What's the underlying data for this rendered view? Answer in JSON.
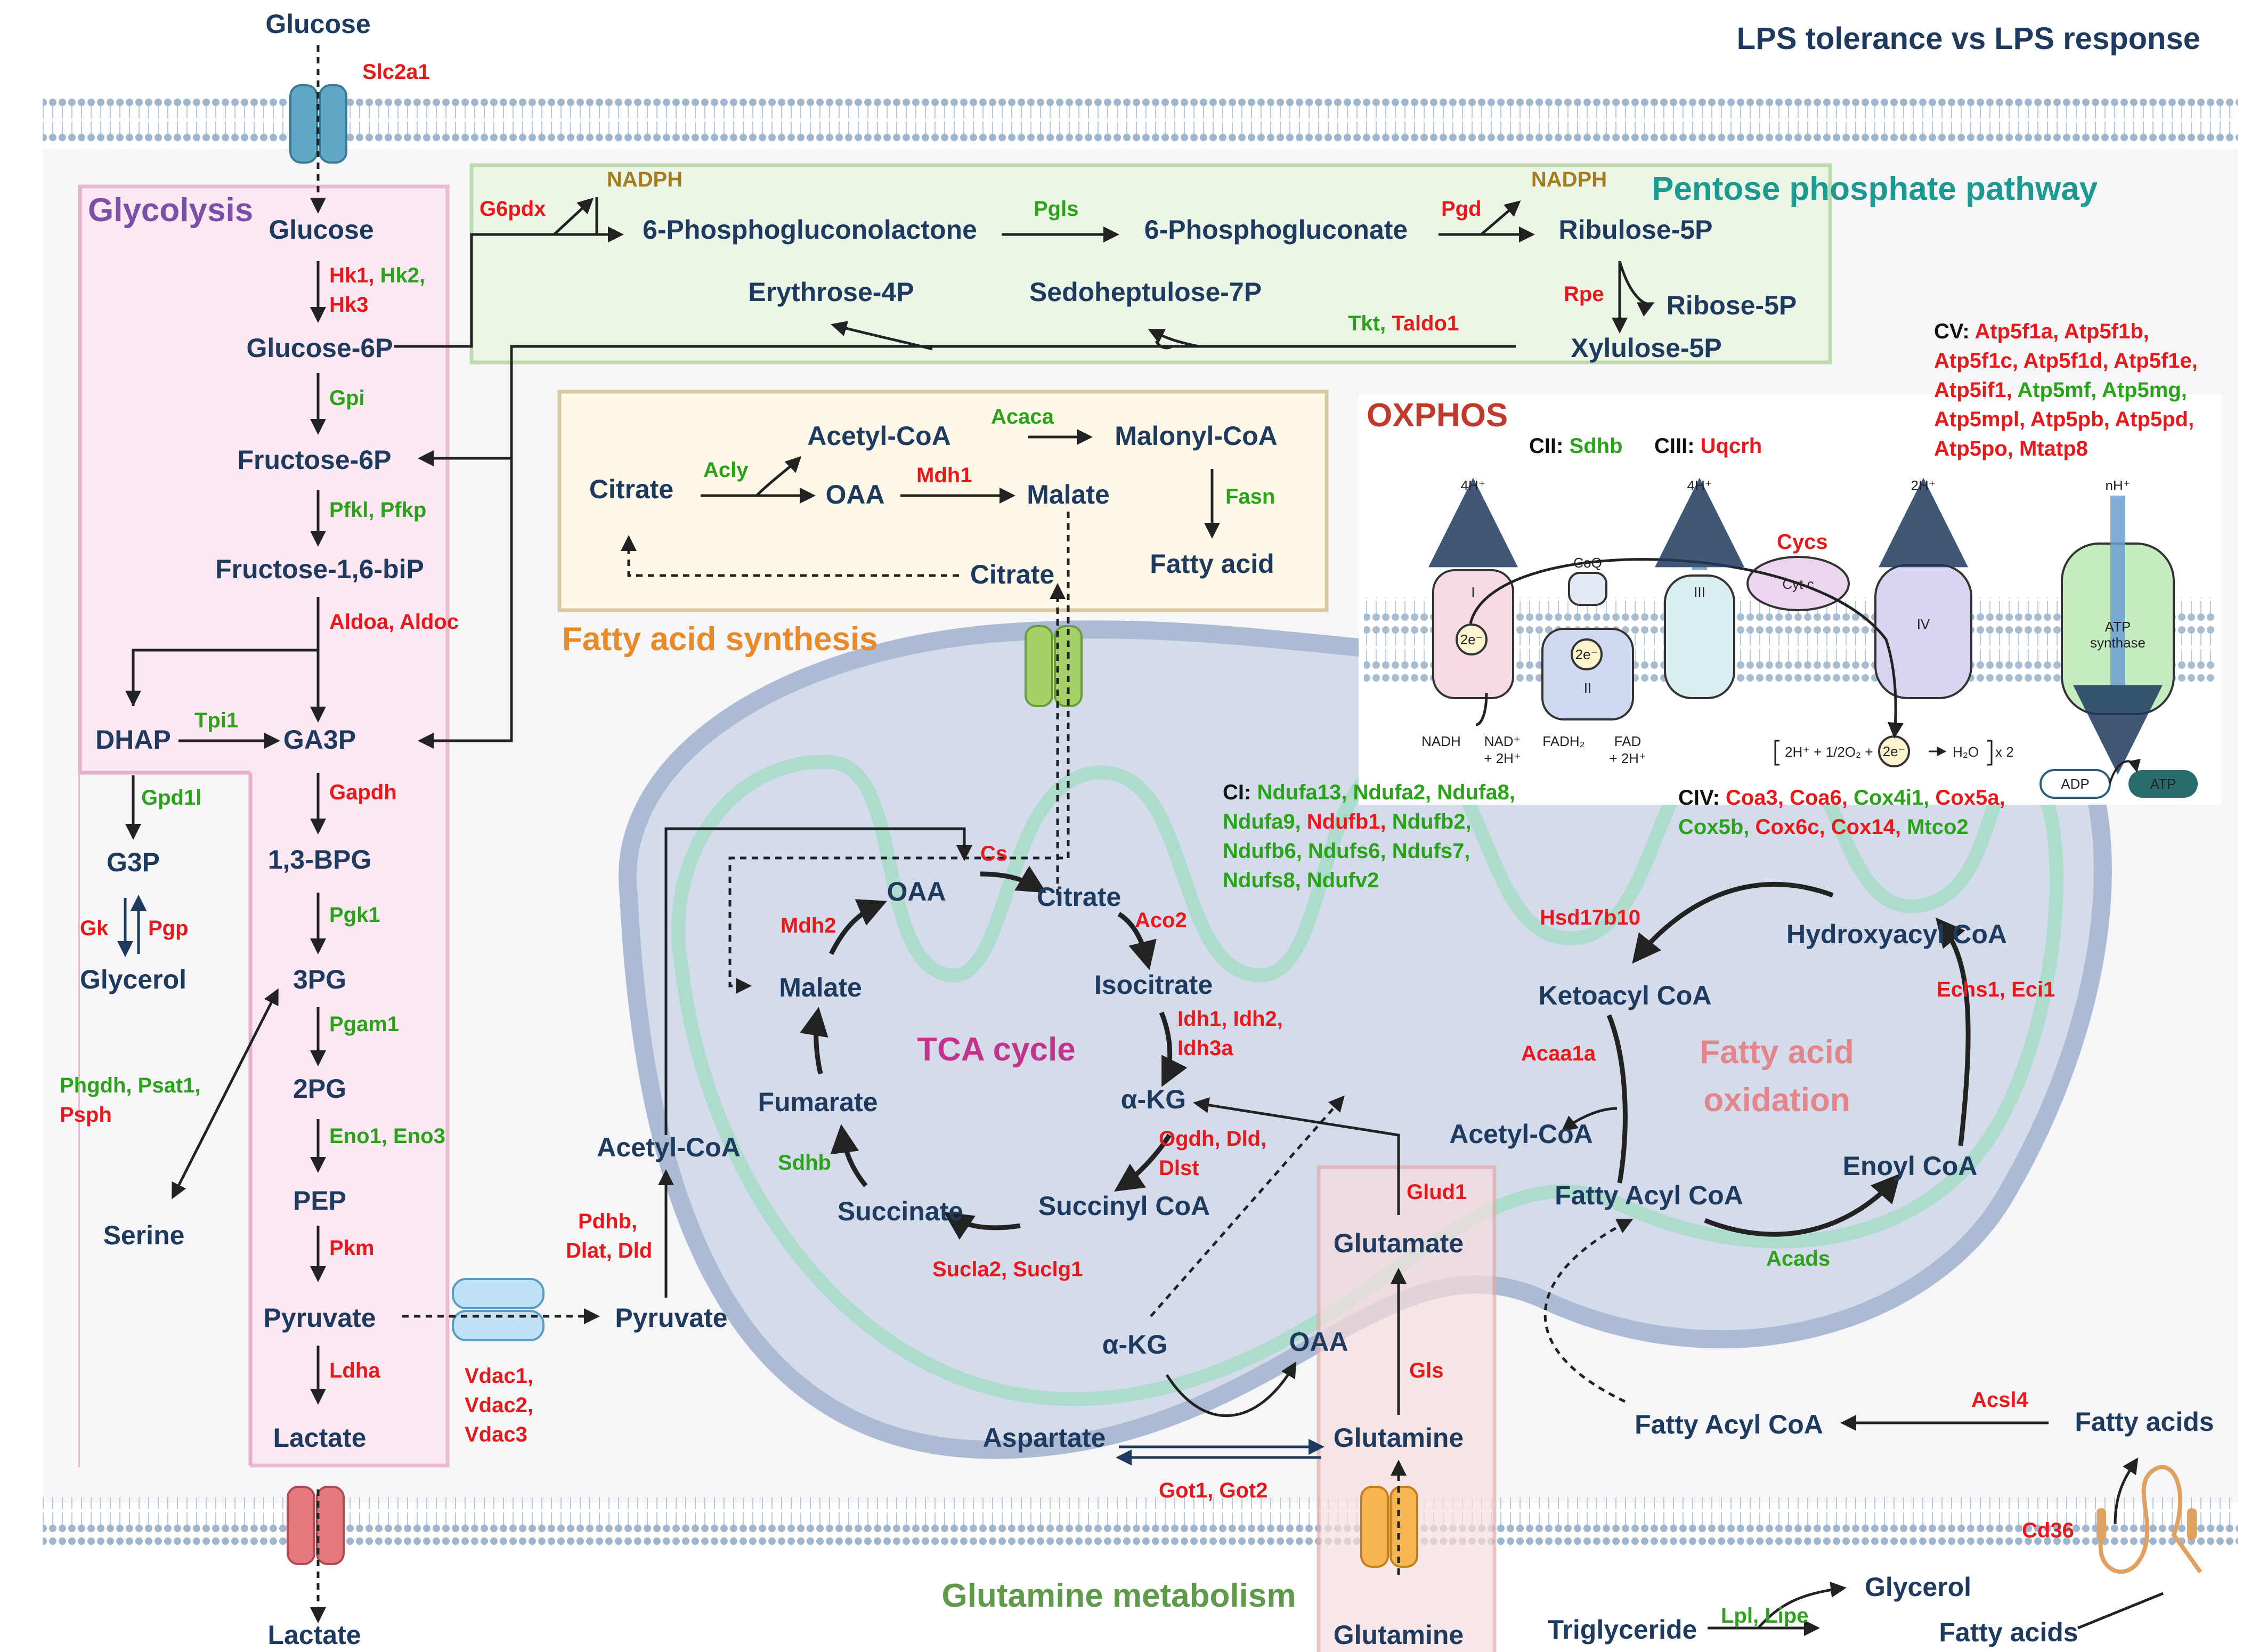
{
  "title": "LPS tolerance vs LPS response",
  "colors": {
    "metabolite": "#1f3a5f",
    "up": "#e8191b",
    "down": "#2aa21a",
    "membrane": "#9fb6cc",
    "glycolysis": "#7b4fa6",
    "ppp": "#1a9a90",
    "fas": "#e88a2a",
    "tca": "#c2338c",
    "fao": "#e3868c",
    "glutamine": "#5f9a4a",
    "oxphos": "#c0392b"
  },
  "sections": {
    "glycolysis": "Glycolysis",
    "ppp": "Pentose phosphate pathway",
    "fas": "Fatty acid synthesis",
    "tca": "TCA cycle",
    "fao_line1": "Fatty acid",
    "fao_line2": "oxidation",
    "glutamine": "Glutamine metabolism",
    "oxphos": "OXPHOS"
  },
  "metabolites": {
    "glucose_out": "Glucose",
    "glucose": "Glucose",
    "g6p": "Glucose-6P",
    "f6p": "Fructose-6P",
    "f16bp": "Fructose-1,6-biP",
    "dhap": "DHAP",
    "ga3p": "GA3P",
    "g3p": "G3P",
    "glycerol_left": "Glycerol",
    "bpg": "1,3-BPG",
    "pg3": "3PG",
    "pg2": "2PG",
    "pep": "PEP",
    "serine": "Serine",
    "pyruvate": "Pyruvate",
    "lactate": "Lactate",
    "lactate_out": "Lactate",
    "pgl": "6-Phosphogluconolactone",
    "pgn": "6-Phosphogluconate",
    "ru5p": "Ribulose-5P",
    "r5p": "Ribose-5P",
    "x5p": "Xylulose-5P",
    "e4p": "Erythrose-4P",
    "s7p": "Sedoheptulose-7P",
    "nadph1": "NADPH",
    "nadph2": "NADPH",
    "fas_citrate": "Citrate",
    "fas_acetylcoa": "Acetyl-CoA",
    "fas_oaa": "OAA",
    "fas_malate": "Malate",
    "malonylcoa": "Malonyl-CoA",
    "fattyacid": "Fatty acid",
    "fas_citrate2": "Citrate",
    "tca_oaa": "OAA",
    "tca_citrate": "Citrate",
    "isocitrate": "Isocitrate",
    "akg": "α-KG",
    "succinylcoa": "Succinyl CoA",
    "succinate": "Succinate",
    "fumarate": "Fumarate",
    "tca_malate": "Malate",
    "mito_acetylcoa": "Acetyl-CoA",
    "mito_pyruvate": "Pyruvate",
    "glutamate": "Glutamate",
    "glutamine_in": "Glutamine",
    "glutamine_out": "Glutamine",
    "akg2": "α-KG",
    "oaa2": "OAA",
    "aspartate": "Aspartate",
    "ketoacyl": "Ketoacyl CoA",
    "hydroxyacyl": "Hydroxyacyl CoA",
    "enoyl": "Enoyl CoA",
    "fattyacyl_in": "Fatty Acyl CoA",
    "fao_acetylcoa": "Acetyl-CoA",
    "fattyacyl_out": "Fatty Acyl CoA",
    "fattyacids1": "Fatty acids",
    "fattyacids2": "Fatty acids",
    "triglyceride": "Triglyceride",
    "glycerol_right": "Glycerol"
  },
  "enzymes": {
    "slc2a1": [
      {
        "t": "Slc2a1",
        "c": "up"
      }
    ],
    "hk_l1": [
      {
        "t": "Hk1, ",
        "c": "up"
      },
      {
        "t": "Hk2,",
        "c": "down"
      }
    ],
    "hk_l2": [
      {
        "t": "Hk3",
        "c": "up"
      }
    ],
    "gpi": [
      {
        "t": "Gpi",
        "c": "down"
      }
    ],
    "pfk": [
      {
        "t": "Pfkl, Pfkp",
        "c": "down"
      }
    ],
    "aldo": [
      {
        "t": "Aldoa, Aldoc",
        "c": "up"
      }
    ],
    "tpi1": [
      {
        "t": "Tpi1",
        "c": "down"
      }
    ],
    "gpd1l": [
      {
        "t": "Gpd1l",
        "c": "down"
      }
    ],
    "gk": [
      {
        "t": "Gk",
        "c": "up"
      }
    ],
    "pgp": [
      {
        "t": "Pgp",
        "c": "up"
      }
    ],
    "gapdh": [
      {
        "t": "Gapdh",
        "c": "up"
      }
    ],
    "pgk1": [
      {
        "t": "Pgk1",
        "c": "down"
      }
    ],
    "pgam1": [
      {
        "t": "Pgam1",
        "c": "down"
      }
    ],
    "eno": [
      {
        "t": "Eno1, Eno3",
        "c": "down"
      }
    ],
    "pkm": [
      {
        "t": "Pkm",
        "c": "up"
      }
    ],
    "ldha": [
      {
        "t": "Ldha",
        "c": "up"
      }
    ],
    "ser_l1": [
      {
        "t": "Phgdh, Psat1,",
        "c": "down"
      }
    ],
    "ser_l2": [
      {
        "t": "Psph",
        "c": "up"
      }
    ],
    "g6pdx": [
      {
        "t": "G6pdx",
        "c": "up"
      }
    ],
    "pgls": [
      {
        "t": "Pgls",
        "c": "down"
      }
    ],
    "pgd": [
      {
        "t": "Pgd",
        "c": "up"
      }
    ],
    "rpe": [
      {
        "t": "Rpe",
        "c": "up"
      }
    ],
    "tkt": [
      {
        "t": "Tkt, ",
        "c": "down"
      },
      {
        "t": "Taldo1",
        "c": "up"
      }
    ],
    "acly": [
      {
        "t": "Acly",
        "c": "down"
      }
    ],
    "acaca": [
      {
        "t": "Acaca",
        "c": "down"
      }
    ],
    "mdh1": [
      {
        "t": "Mdh1",
        "c": "up"
      }
    ],
    "fasn": [
      {
        "t": "Fasn",
        "c": "down"
      }
    ],
    "cs": [
      {
        "t": "Cs",
        "c": "up"
      }
    ],
    "aco2": [
      {
        "t": "Aco2",
        "c": "up"
      }
    ],
    "idh_l1": [
      {
        "t": "Idh1, Idh2,",
        "c": "up"
      }
    ],
    "idh_l2": [
      {
        "t": "Idh3a",
        "c": "up"
      }
    ],
    "ogdh_l1": [
      {
        "t": "Ogdh, Dld,",
        "c": "up"
      }
    ],
    "ogdh_l2": [
      {
        "t": "Dlst",
        "c": "up"
      }
    ],
    "sucla": [
      {
        "t": "Sucla2, Suclg1",
        "c": "up"
      }
    ],
    "sdhb": [
      {
        "t": "Sdhb",
        "c": "down"
      }
    ],
    "mdh2": [
      {
        "t": "Mdh2",
        "c": "up"
      }
    ],
    "pdh_l1": [
      {
        "t": "Pdhb,",
        "c": "up"
      }
    ],
    "pdh_l2": [
      {
        "t": "Dlat, Dld",
        "c": "up"
      }
    ],
    "vdac_l1": [
      {
        "t": "Vdac1,",
        "c": "up"
      }
    ],
    "vdac_l2": [
      {
        "t": "Vdac2,",
        "c": "up"
      }
    ],
    "vdac_l3": [
      {
        "t": "Vdac3",
        "c": "up"
      }
    ],
    "glud1": [
      {
        "t": "Glud1",
        "c": "up"
      }
    ],
    "gls": [
      {
        "t": "Gls",
        "c": "up"
      }
    ],
    "got": [
      {
        "t": "Got1, Got2",
        "c": "up"
      }
    ],
    "hsd17b10": [
      {
        "t": "Hsd17b10",
        "c": "up"
      }
    ],
    "echs1": [
      {
        "t": "Echs1, Eci1",
        "c": "up"
      }
    ],
    "acaa1a": [
      {
        "t": "Acaa1a",
        "c": "up"
      }
    ],
    "acads": [
      {
        "t": "Acads",
        "c": "down"
      }
    ],
    "acsl4": [
      {
        "t": "Acsl4",
        "c": "up"
      }
    ],
    "cd36": [
      {
        "t": "Cd36",
        "c": "up"
      }
    ],
    "lpl": [
      {
        "t": "Lpl, Lipe",
        "c": "down"
      }
    ],
    "cycs": [
      {
        "t": "Cycs",
        "c": "up"
      }
    ],
    "cii": [
      {
        "t": "CII: ",
        "c": "black"
      },
      {
        "t": "Sdhb",
        "c": "down"
      }
    ],
    "ciii": [
      {
        "t": "CIII: ",
        "c": "black"
      },
      {
        "t": "Uqcrh",
        "c": "up"
      }
    ],
    "ci_l1": [
      {
        "t": "CI: ",
        "c": "black"
      },
      {
        "t": "Ndufa13, Ndufa2, Ndufa8,",
        "c": "down"
      }
    ],
    "ci_l2": [
      {
        "t": "Ndufa9, ",
        "c": "down"
      },
      {
        "t": "Ndufb1, ",
        "c": "up"
      },
      {
        "t": "Ndufb2,",
        "c": "down"
      }
    ],
    "ci_l3": [
      {
        "t": "Ndufb6, Ndufs6, Ndufs7,",
        "c": "down"
      }
    ],
    "ci_l4": [
      {
        "t": "Ndufs8, Ndufv2",
        "c": "down"
      }
    ],
    "civ_l1": [
      {
        "t": "CIV: ",
        "c": "black"
      },
      {
        "t": "Coa3, Coa6, ",
        "c": "up"
      },
      {
        "t": "Cox4i1, ",
        "c": "down"
      },
      {
        "t": "Cox5a,",
        "c": "up"
      }
    ],
    "civ_l2": [
      {
        "t": "Cox5b, ",
        "c": "down"
      },
      {
        "t": "Cox6c, Cox14, ",
        "c": "up"
      },
      {
        "t": "Mtco2",
        "c": "down"
      }
    ],
    "cv_l1": [
      {
        "t": "CV: ",
        "c": "black"
      },
      {
        "t": "Atp5f1a, Atp5f1b,",
        "c": "up"
      }
    ],
    "cv_l2": [
      {
        "t": "Atp5f1c, Atp5f1d, Atp5f1e,",
        "c": "up"
      }
    ],
    "cv_l3": [
      {
        "t": "Atp5if1, ",
        "c": "up"
      },
      {
        "t": "Atp5mf, Atp5mg,",
        "c": "down"
      }
    ],
    "cv_l4": [
      {
        "t": "Atp5mpl, Atp5pb, Atp5pd,",
        "c": "up"
      }
    ],
    "cv_l5": [
      {
        "t": "Atp5po, Mtatp8",
        "c": "up"
      }
    ]
  },
  "oxphos": {
    "h4_1": "4H⁺",
    "h4_2": "4H⁺",
    "h2": "2H⁺",
    "nh": "nH⁺",
    "c1": "I",
    "c2": "II",
    "c3": "III",
    "c4": "IV",
    "coq": "CoQ",
    "cytc": "Cyt c",
    "e1": "2e⁻",
    "e2": "2e⁻",
    "e3": "2e⁻",
    "nadh": "NADH",
    "nad_l1": "NAD⁺",
    "nad_l2": "+ 2H⁺",
    "fadh2": "FADH₂",
    "fad_l1": "FAD",
    "fad_l2": "+ 2H⁺",
    "eq_left": "2H⁺ + 1/2O₂ +",
    "eq_right": "H₂O",
    "eq_mult": "x 2",
    "atp_l1": "ATP",
    "atp_l2": "synthase",
    "adp": "ADP",
    "atp": "ATP"
  }
}
